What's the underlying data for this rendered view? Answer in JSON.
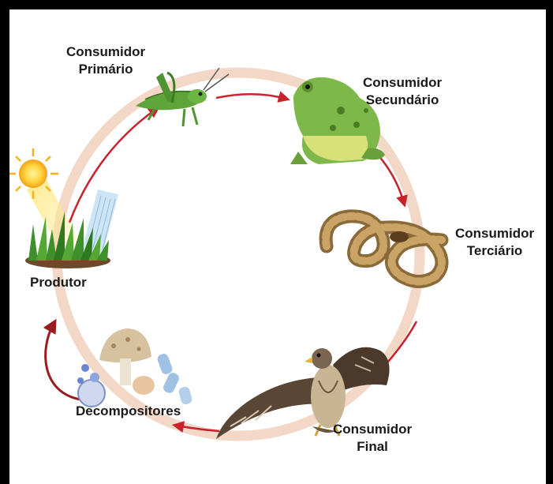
{
  "labels": {
    "produtor": "Produtor",
    "primario_1": "Consumidor",
    "primario_2": "Primário",
    "secundario_1": "Consumidor",
    "secundario_2": "Secundário",
    "terciario_1": "Consumidor",
    "terciario_2": "Terciário",
    "final_1": "Consumidor",
    "final_2": "Final",
    "decompositores": "Decompositores"
  },
  "icons": [
    "sun-icon",
    "rain-icon",
    "grass-icon",
    "grasshopper-icon",
    "frog-icon",
    "snake-icon",
    "hawk-icon",
    "mushroom-icon"
  ],
  "colors": {
    "ring": "#f3d8c8",
    "arrow": "#c8232c",
    "decomposer_arrow": "#9b1b1e",
    "background": "#ffffff",
    "frame": "#000000"
  }
}
